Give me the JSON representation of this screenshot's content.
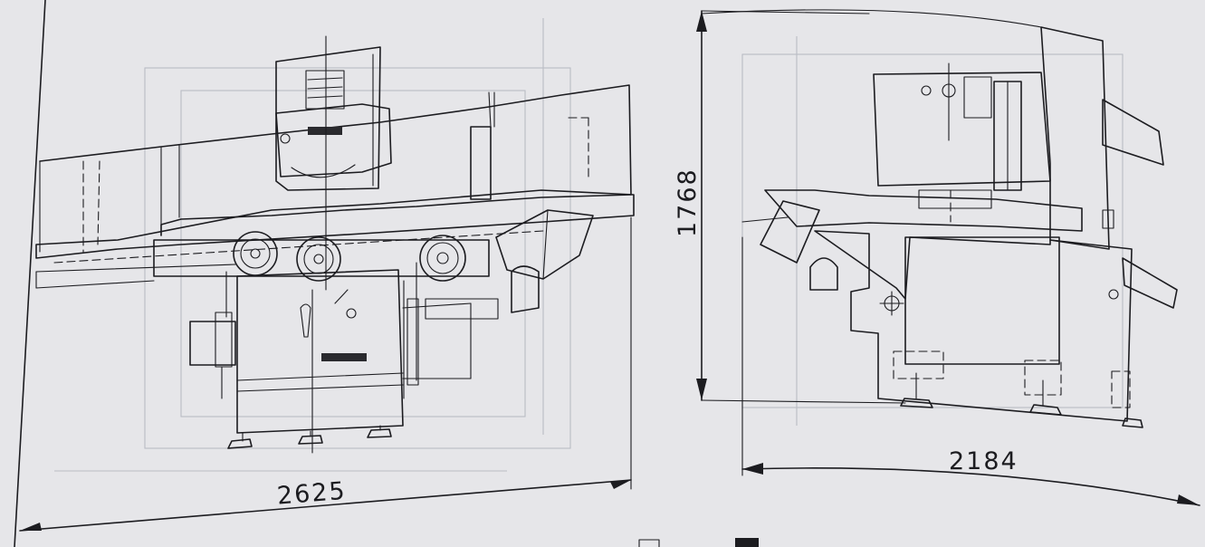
{
  "dimensions": {
    "front_width": "2625",
    "height": "1768",
    "side_depth": "2184"
  },
  "colors": {
    "paper": "#e6e6e9",
    "ink": "#1c1c20",
    "ghost": "#b9bcc4"
  }
}
